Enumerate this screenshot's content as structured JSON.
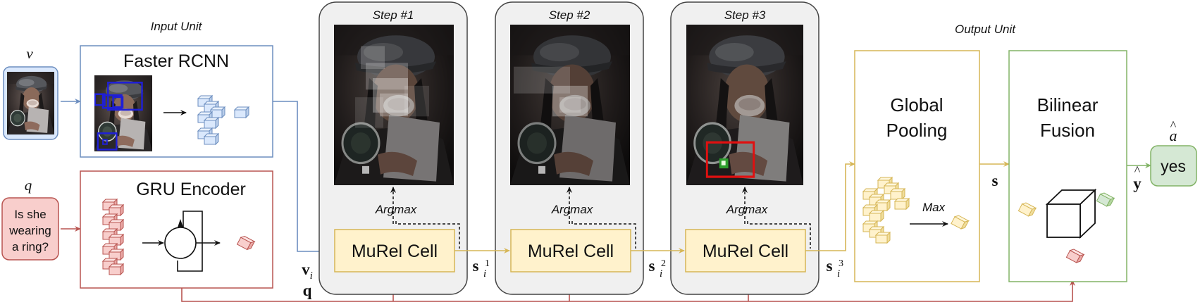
{
  "input_unit": {
    "label": "Input Unit",
    "image_var": "v",
    "faster_rcnn": "Faster RCNN",
    "question_var": "q",
    "question": [
      "Is she",
      "wearing",
      "a ring?"
    ],
    "gru_encoder": "GRU Encoder"
  },
  "flow_labels": {
    "v_main": "v",
    "v_sub": "i",
    "q": "q"
  },
  "steps": [
    {
      "title": "Step #1",
      "argmax": "Argmax",
      "cell": "MuRel Cell",
      "state_main": "s",
      "state_sub": "i",
      "state_sup": "1"
    },
    {
      "title": "Step #2",
      "argmax": "Argmax",
      "cell": "MuRel Cell",
      "state_main": "s",
      "state_sub": "i",
      "state_sup": "2"
    },
    {
      "title": "Step #3",
      "argmax": "Argmax",
      "cell": "MuRel Cell",
      "state_main": "s",
      "state_sub": "i",
      "state_sup": "3"
    }
  ],
  "output_unit": {
    "label": "Output Unit",
    "global_pooling": [
      "Global",
      "Pooling"
    ],
    "max_label": "Max",
    "s_label": "s",
    "bilinear_fusion": [
      "Bilinear",
      "Fusion"
    ],
    "y_label": "y",
    "y_hat": "^",
    "answer_var": "a",
    "answer_hat": "^",
    "answer": "yes"
  },
  "colors": {
    "blue": "#6c8ebf",
    "red": "#b85450",
    "red_fill": "#f8cecc",
    "gold": "#d6b656",
    "gold_fill": "#fff2cc",
    "green": "#82b366",
    "green_fill": "#d5e8d4",
    "step_fill": "#f0f0f0",
    "step_stroke": "#444444"
  }
}
